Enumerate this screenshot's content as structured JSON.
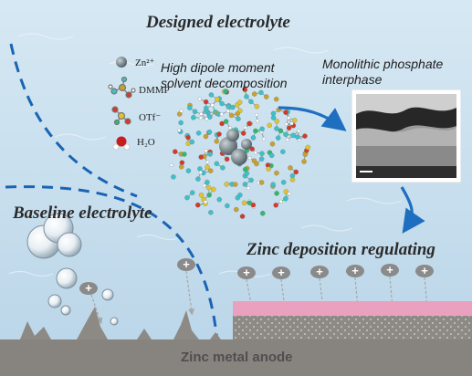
{
  "headings": {
    "designed": "Designed electrolyte",
    "baseline": "Baseline electrolyte",
    "zinc_deposition": "Zinc deposition regulating"
  },
  "captions": {
    "dipole_line1": "High dipole moment",
    "dipole_line2": "solvent decomposition",
    "interphase_line1": "Monolithic phosphate",
    "interphase_line2": "interphase",
    "anode": "Zinc metal anode"
  },
  "legend": [
    {
      "label": "Zn²⁺",
      "icon": "zinc-ion-icon"
    },
    {
      "label": "DMMP",
      "icon": "dmmp-molecule-icon"
    },
    {
      "label": "OTf⁻",
      "icon": "otf-anion-icon"
    },
    {
      "label": "H₂O",
      "icon": "water-molecule-icon"
    }
  ],
  "ion_symbol": "+",
  "colors": {
    "background_water": "#c4dcec",
    "dashed_boundary": "#1a64b4",
    "arrow": "#1f6fc0",
    "interphase_layer": "#eaa1c0",
    "zinc_anode": "#8d8a86",
    "ion_badge": "#8a8a8a"
  }
}
